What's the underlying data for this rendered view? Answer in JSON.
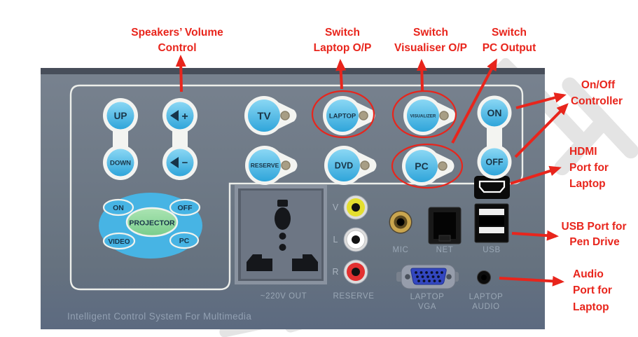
{
  "annotations": {
    "volume": {
      "line1": "Speakers’ Volume",
      "line2": "Control"
    },
    "laptop": {
      "line1": "Switch",
      "line2": "Laptop O/P"
    },
    "visualiser": {
      "line1": "Switch",
      "line2": "Visualiser O/P"
    },
    "pc": {
      "line1": "Switch",
      "line2": "PC Output"
    },
    "onoff": {
      "line1": "On/Off",
      "line2": "Controller"
    },
    "hdmi": {
      "line1": "HDMI",
      "line2": "Port for",
      "line3": "Laptop"
    },
    "usb": {
      "line1": "USB Port for",
      "line2": "Pen Drive"
    },
    "audio": {
      "line1": "Audio",
      "line2": "Port for",
      "line3": "Laptop"
    }
  },
  "panel": {
    "buttons": {
      "up": "UP",
      "down": "DOWN",
      "vol_up": "+",
      "vol_down": "−",
      "tv": "TV",
      "laptop": "LAPTOP",
      "visualizer": "VISUALIZER",
      "reserve": "RESERVE",
      "dvd": "DVD",
      "pc": "PC",
      "on": "ON",
      "off": "OFF"
    },
    "projector": {
      "center": "PROJECTOR",
      "on": "ON",
      "off": "OFF",
      "video": "VIDEO",
      "pc": "PC"
    },
    "ports": {
      "outlet_label": "~220V OUT",
      "rca_label": "RESERVE",
      "rca_v": "V",
      "rca_l": "L",
      "rca_r": "R",
      "mic": "MIC",
      "net": "NET",
      "usb": "USB",
      "vga_line1": "LAPTOP",
      "vga_line2": "VGA",
      "audio_line1": "LAPTOP",
      "audio_line2": "AUDIO"
    },
    "footer": "Intelligent Control System For Multimedia"
  },
  "colors": {
    "annotation_red": "#e8251c",
    "panel_gray": "#6e7988",
    "button_blue": "#45b2e2",
    "projector_green": "#8fd89f",
    "led_tan": "#a89e85"
  }
}
